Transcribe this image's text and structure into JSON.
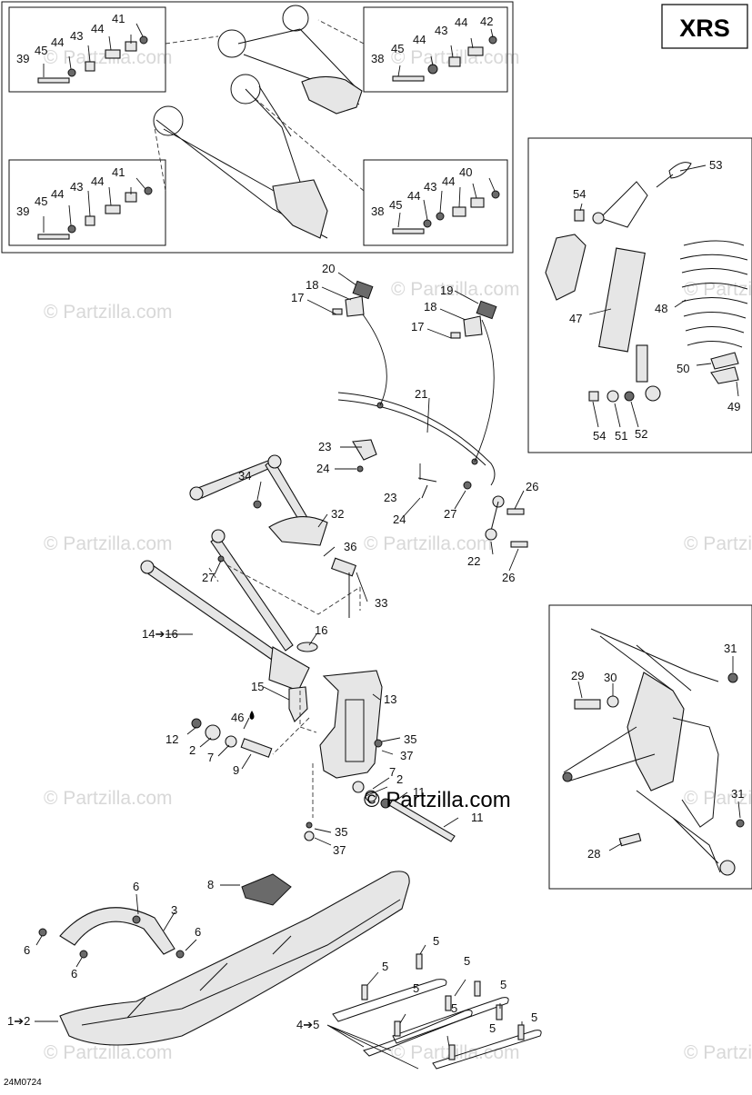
{
  "diagram": {
    "model_badge": "XRS",
    "drawing_code": "24M0724",
    "watermark_text": "© Partzilla.com",
    "watermark_main": "© Partzilla.com",
    "callouts": {
      "tl_39": "39",
      "tl_45": "45",
      "tl_44a": "44",
      "tl_43": "43",
      "tl_44b": "44",
      "tl_41": "41",
      "tr_38": "38",
      "tr_45": "45",
      "tr_44a": "44",
      "tr_43": "43",
      "tr_44b": "44",
      "tr_42": "42",
      "bl_39": "39",
      "bl_45": "45",
      "bl_44a": "44",
      "bl_43": "43",
      "bl_44b": "44",
      "bl_41": "41",
      "br_38": "38",
      "br_45": "45",
      "br_44a": "44",
      "br_43": "43",
      "br_44b": "44",
      "br_40": "40",
      "s_53": "53",
      "s_54a": "54",
      "s_47": "47",
      "s_48": "48",
      "s_50": "50",
      "s_49": "49",
      "s_54b": "54",
      "s_51": "51",
      "s_52": "52",
      "c_20": "20",
      "c_18a": "18",
      "c_17a": "17",
      "c_19": "19",
      "c_18b": "18",
      "c_17b": "17",
      "c_21": "21",
      "c_23a": "23",
      "c_24a": "24",
      "c_34": "34",
      "c_23b": "23",
      "c_24b": "24",
      "c_27a": "27",
      "c_26a": "26",
      "c_32": "32",
      "c_36": "36",
      "c_22": "22",
      "c_26b": "26",
      "c_27b": "27",
      "c_33": "33",
      "c_14_16": "14➔16",
      "c_16": "16",
      "c_15": "15",
      "c_13": "13",
      "c_46": "46",
      "c_12": "12",
      "c_2a": "2",
      "c_7a": "7",
      "c_9": "9",
      "c_35a": "35",
      "c_37a": "37",
      "c_7b": "7",
      "c_2b": "2",
      "c_11a": "11",
      "c_11b": "11",
      "c_35b": "35",
      "c_37b": "37",
      "r_29": "29",
      "r_30": "30",
      "r_31a": "31",
      "r_31b": "31",
      "r_28": "28",
      "k_6a": "6",
      "k_8": "8",
      "k_3": "3",
      "k_6b": "6",
      "k_6c": "6",
      "k_6d": "6",
      "k_1_2": "1➔2",
      "k_5a": "5",
      "k_5b": "5",
      "k_5c": "5",
      "k_5d": "5",
      "k_5e": "5",
      "k_5f": "5",
      "k_5g": "5",
      "k_5h": "5",
      "k_4_5": "4➔5"
    }
  }
}
